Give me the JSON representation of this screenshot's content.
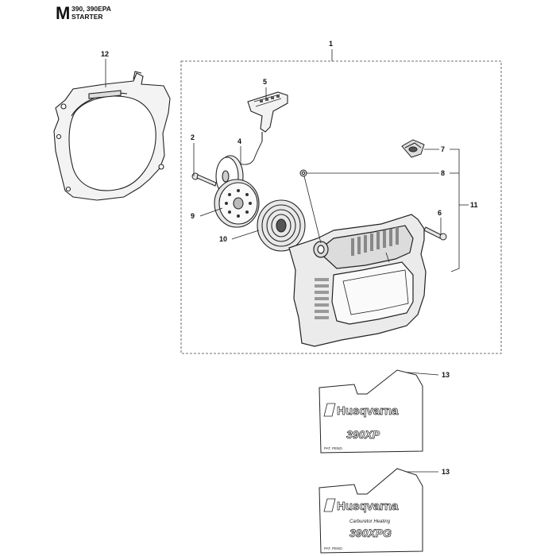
{
  "header": {
    "section_letter": "M",
    "models": "390, 390EPA",
    "title": "STARTER"
  },
  "callouts": {
    "c1": "1",
    "c2": "2",
    "c4": "4",
    "c5": "5",
    "c6": "6",
    "c7": "7",
    "c8": "8",
    "c9": "9",
    "c10": "10",
    "c11": "11",
    "c12": "12",
    "c13a": "13",
    "c13b": "13"
  },
  "decal_a": {
    "brand": "Husqvarna",
    "model": "390XP",
    "patent": "PAT. PEND."
  },
  "decal_b": {
    "brand": "Husqvarna",
    "note": "Carburetor Heating",
    "model": "390XPG",
    "patent": "PAT. PEND."
  }
}
